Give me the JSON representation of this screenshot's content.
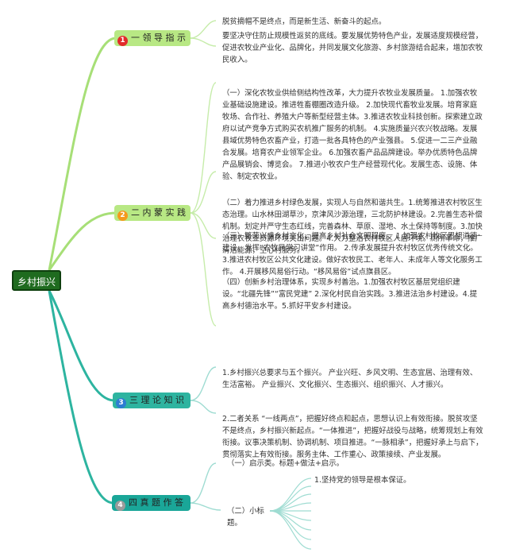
{
  "root": {
    "label": "乡村振兴"
  },
  "branches": [
    {
      "number": "1",
      "label": "一 领 导 指 示",
      "notes": [
        "脱贫摘帽不是终点，而是新生活、新奋斗的起点。",
        "要坚决守住防止规模性返贫的底线。要发展优势特色产业，发展适度规模经营，促进农牧业产业化、品牌化，并同发展文化旅游、乡村旅游结合起来，增加农牧民收入。"
      ]
    },
    {
      "number": "2",
      "label": "二 内 蒙 实 践",
      "notes": [
        "（一）深化农牧业供给侧结构性改革，大力提升农牧业发展质量。 1.加强农牧业基础设施建设。推进牲畜棚圈改造升级。 2.加快现代畜牧业发展。培育家庭牧场、合作社、养殖大户等新型经营主体。3.推进农牧业科技创新。探索建立政府以试产竞争方式购买农机推广服务的机制。 4.实施质量兴农兴牧战略。发展县域优势特色农畜产业，打造一批各具特色的产业强县。 5.促进一二三产业融合发展。培育农产业领军企业。 6.加强农畜产品品牌建设。举办优质特色品牌产品展销会、博览会。 7.推进小牧农户生产经营现代化。发展生态、设施、体验、制定农牧业。",
        "（二）着力推进乡村绿色发展，实现人与自然和谐共生。1.统筹推进农村牧区生态治理。山水林田湖草沙，京津风沙源治理，三北防护林建设。2.完善生态补偿机制。划定并严守生态红线，完善森林、草原、湿地、水土保持等制度。3.加快治理农牧业资源环境突出问题。4.大力整治农村牧区人居环境。厕所革命，推广清洁能源，空心村服务。",
        "（三）繁荣兴盛乡村文化，提高乡村社会文明程度。 1.加强农村牧区思想道德建设。发挥“农牧民学习讲堂”作用。 2.传承发展提升农村牧区优秀传统文化。 3.推进农村牧区公共文化建设。做好农牧民工、老年人、未成年人等文化服务工作。 4.开展移风易俗行动。“移风易俗”试点旗县区。",
        "（四）创新乡村治理体系，实现乡村善治。1.加强农村牧区基层党组织建设。“北疆先锋”“富民党建” 2.深化村民自治实践。3.推进法治乡村建设。4.提高乡村德治水平。5.抓好平安乡村建设。"
      ]
    },
    {
      "number": "3",
      "label": "三 理 论 知 识",
      "notes": [
        "1.乡村振兴总要求与五个振兴。 产业兴旺、乡风文明、生态宜居、治理有效、生活富裕。 产业振兴、文化振兴、生态振兴、组织振兴、人才振兴。",
        "2.二者关系 “一线两点”，把握好终点和起点，思想认识上有效衔接。脱贫攻坚不是终点，乡村振兴新起点。“一体推进”，把握好战役与战略，统筹规划上有效衔接。议事决策机制、协调机制、项目推进。“一脉相承”，把握好承上与启下，贯彻落实上有效衔接。服务主体、工作重心、政策接续、产业发展。"
      ]
    },
    {
      "number": "4",
      "label": "四 真 题 作 答",
      "notes": [
        "（一）启示类。标题+做法+启示。",
        "（二）小标题。"
      ],
      "subnotes": [
        "1.坚持党的领导是根本保证。"
      ]
    }
  ],
  "colors": {
    "root_fill": "#1f6b1f",
    "green_branch": "#b8e884",
    "teal_branch": "#2eb4a0",
    "link": "#9ed86f",
    "link_teal": "#2db4a0"
  }
}
